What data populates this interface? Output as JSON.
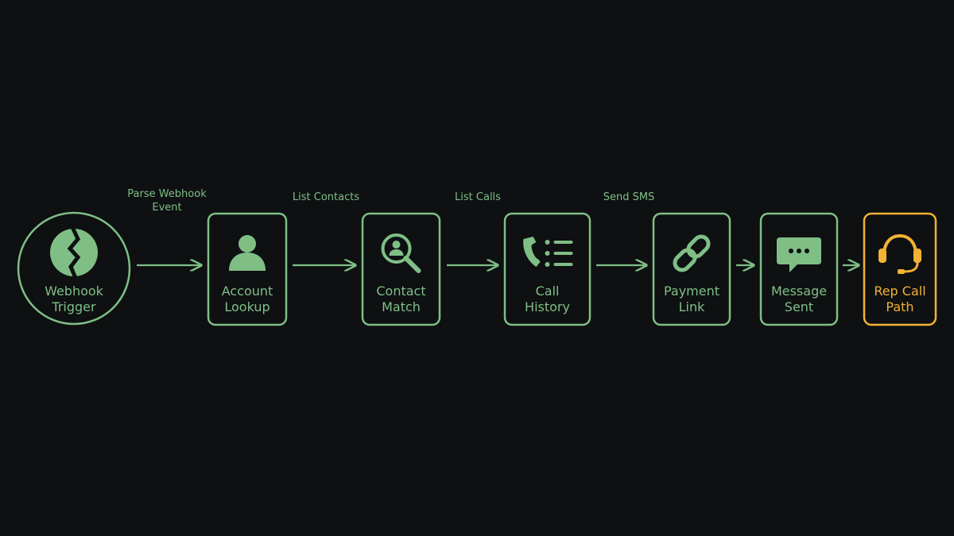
{
  "diagram": {
    "type": "flow",
    "colors": {
      "background": "#0e1012",
      "primary": "#7fbf86",
      "highlight": "#f2b233"
    },
    "nodes": [
      {
        "id": "webhook-trigger",
        "lines": [
          "Webhook",
          "Trigger"
        ],
        "icon": "broken-circle-icon",
        "shape": "circle",
        "highlight": false
      },
      {
        "id": "account-lookup",
        "lines": [
          "Account",
          "Lookup"
        ],
        "icon": "user-icon",
        "shape": "box",
        "highlight": false
      },
      {
        "id": "contact-match",
        "lines": [
          "Contact",
          "Match"
        ],
        "icon": "search-user-icon",
        "shape": "box",
        "highlight": false
      },
      {
        "id": "call-history",
        "lines": [
          "Call",
          "History"
        ],
        "icon": "phone-list-icon",
        "shape": "box",
        "highlight": false
      },
      {
        "id": "payment-link",
        "lines": [
          "Payment",
          "Link"
        ],
        "icon": "link-icon",
        "shape": "box",
        "highlight": false
      },
      {
        "id": "message-sent",
        "lines": [
          "Message",
          "Sent"
        ],
        "icon": "chat-bubble-icon",
        "shape": "box",
        "highlight": false
      },
      {
        "id": "rep-call-path",
        "lines": [
          "Rep Call",
          "Path"
        ],
        "icon": "headset-icon",
        "shape": "box",
        "highlight": true
      }
    ],
    "edges": [
      {
        "from": "webhook-trigger",
        "to": "account-lookup",
        "label": [
          "Parse Webhook",
          "Event"
        ]
      },
      {
        "from": "account-lookup",
        "to": "contact-match",
        "label": [
          "List Contacts"
        ]
      },
      {
        "from": "contact-match",
        "to": "call-history",
        "label": [
          "List Calls"
        ]
      },
      {
        "from": "call-history",
        "to": "payment-link",
        "label": [
          "Send SMS"
        ]
      },
      {
        "from": "payment-link",
        "to": "message-sent",
        "label": []
      },
      {
        "from": "message-sent",
        "to": "rep-call-path",
        "label": []
      }
    ]
  }
}
